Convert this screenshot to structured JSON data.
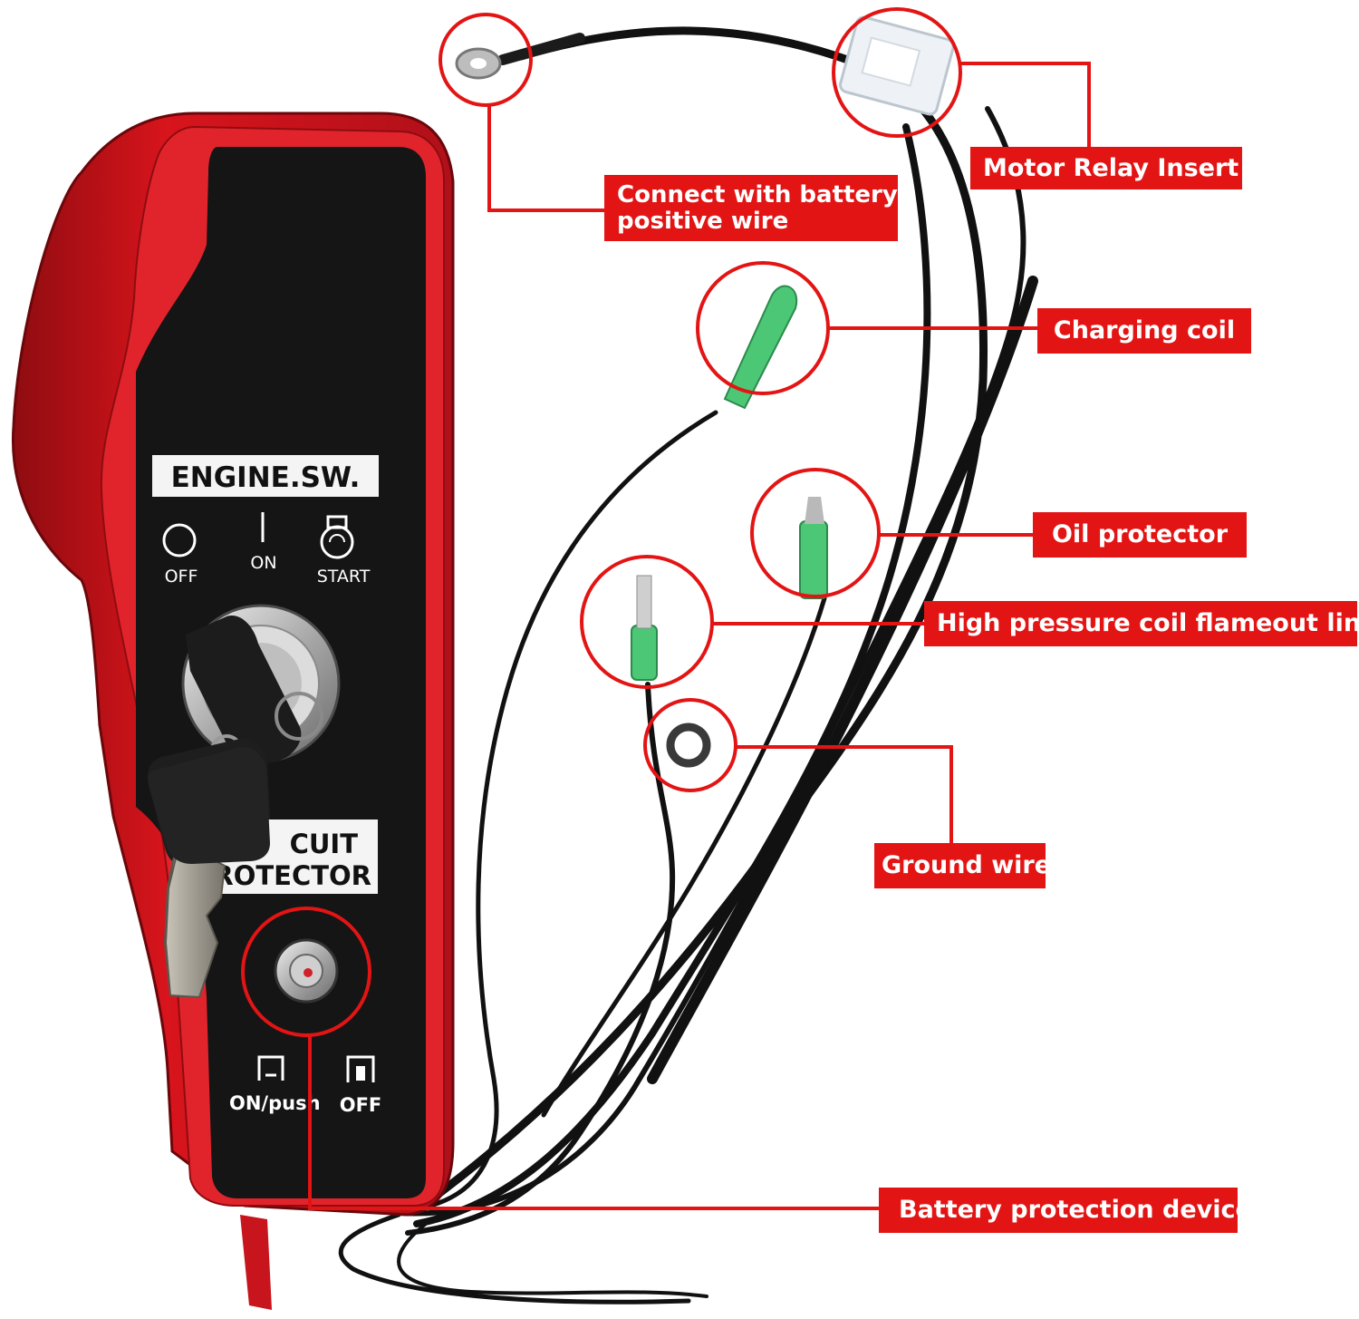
{
  "switch_panel": {
    "plate_label": "ENGINE.SW.",
    "position_off": "OFF",
    "position_on": "ON",
    "position_start": "START",
    "protector_label_line1": "CUIT",
    "protector_label_line2": "ROTECTOR",
    "button_on": "ON/push",
    "button_off": "OFF"
  },
  "callouts": [
    {
      "id": "motor-relay-insert",
      "label": "Motor Relay Insert"
    },
    {
      "id": "battery-positive",
      "label_line1": "Connect with battery",
      "label_line2": "positive wire"
    },
    {
      "id": "charging-coil",
      "label": "Charging coil"
    },
    {
      "id": "oil-protector",
      "label": "Oil protector"
    },
    {
      "id": "flameout-line",
      "label": "High pressure coil flameout line"
    },
    {
      "id": "ground-wire",
      "label": "Ground wire"
    },
    {
      "id": "battery-protection",
      "label": "Battery protection device"
    }
  ],
  "colors": {
    "accent": "#e31414",
    "housing": "#d8141c",
    "panel": "#141414",
    "terminal": "#3fbf6a"
  }
}
